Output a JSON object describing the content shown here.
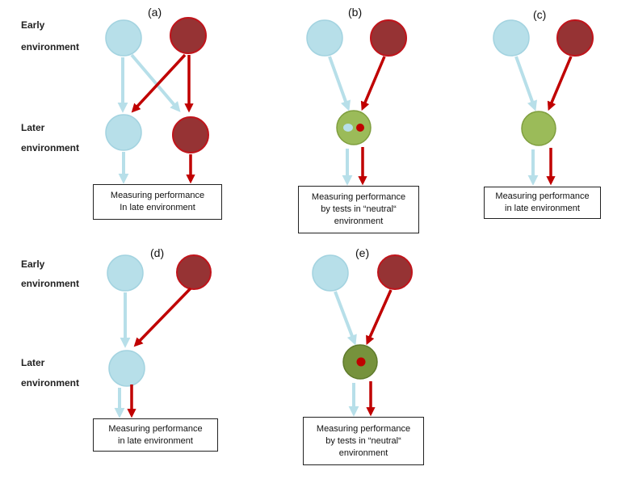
{
  "colors": {
    "blue": "#b7dfe9",
    "blue_stroke": "#a3d3e0",
    "red": "#963334",
    "red_stroke": "#c0141b",
    "green_light": "#9bbb59",
    "green_light_stroke": "#7f9e3e",
    "green_dark": "#76923c",
    "green_dark_stroke": "#5e7a2b",
    "red_arrow": "#c00000",
    "blue_arrow": "#b7dfe9"
  },
  "labels": {
    "early_1": "Early",
    "env_1": "environment",
    "later_1": "Later",
    "env_2": "environment",
    "early_2": "Early",
    "env_3": "environment",
    "later_2": "Later",
    "env_4": "environment"
  },
  "panels": {
    "a": {
      "letter": "(a)",
      "box_line1": "Measuring performance",
      "box_line2": "In late environment"
    },
    "b": {
      "letter": "(b)",
      "box_line1": "Measuring performance",
      "box_line2": "by tests in “neutral“",
      "box_line3": "environment"
    },
    "c": {
      "letter": "(c)",
      "box_line1": "Measuring performance",
      "box_line2": "in late environment"
    },
    "d": {
      "letter": "(d)",
      "box_line1": "Measuring performance",
      "box_line2": "in late environment"
    },
    "e": {
      "letter": "(e)",
      "box_line1": "Measuring performance",
      "box_line2": "by tests in “neutral“",
      "box_line3": "environment"
    }
  }
}
